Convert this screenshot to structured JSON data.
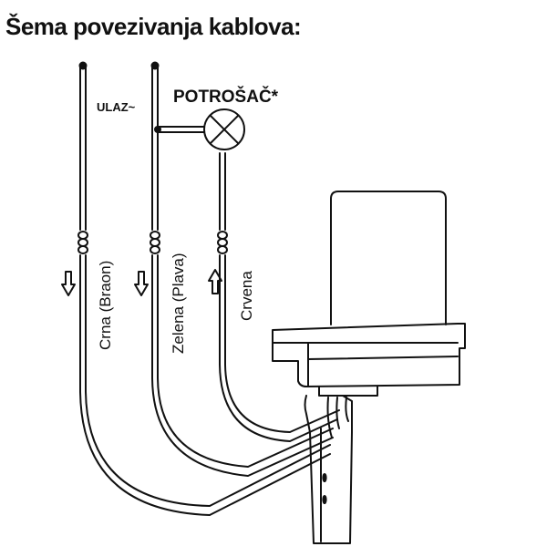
{
  "title": "Šema povezivanja kablova:",
  "labels": {
    "input": "ULAZ~",
    "consumer": "POTROŠAČ*",
    "wire_black": "Crna (Braon)",
    "wire_green": "Zelena (Plava)",
    "wire_red": "Crvena"
  },
  "icons": {
    "lamp": "lamp-symbol",
    "arrow_down": "arrow-down",
    "arrow_up": "arrow-up"
  },
  "colors": {
    "ink": "#111111",
    "background": "#ffffff"
  }
}
